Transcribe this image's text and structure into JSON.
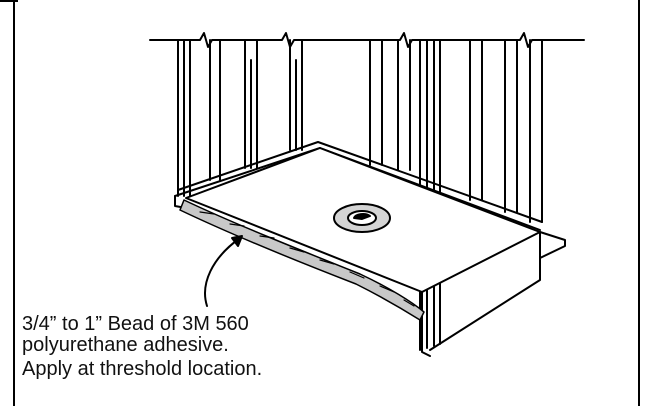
{
  "callout": {
    "line1": "3/4” to 1” Bead of 3M 560",
    "line2": "polyurethane adhesive.",
    "line3": "Apply at threshold location."
  },
  "colors": {
    "stroke": "#000000",
    "bead_fill": "#c8c8c8",
    "drain_fill": "#d4d4d4",
    "background": "#ffffff"
  }
}
